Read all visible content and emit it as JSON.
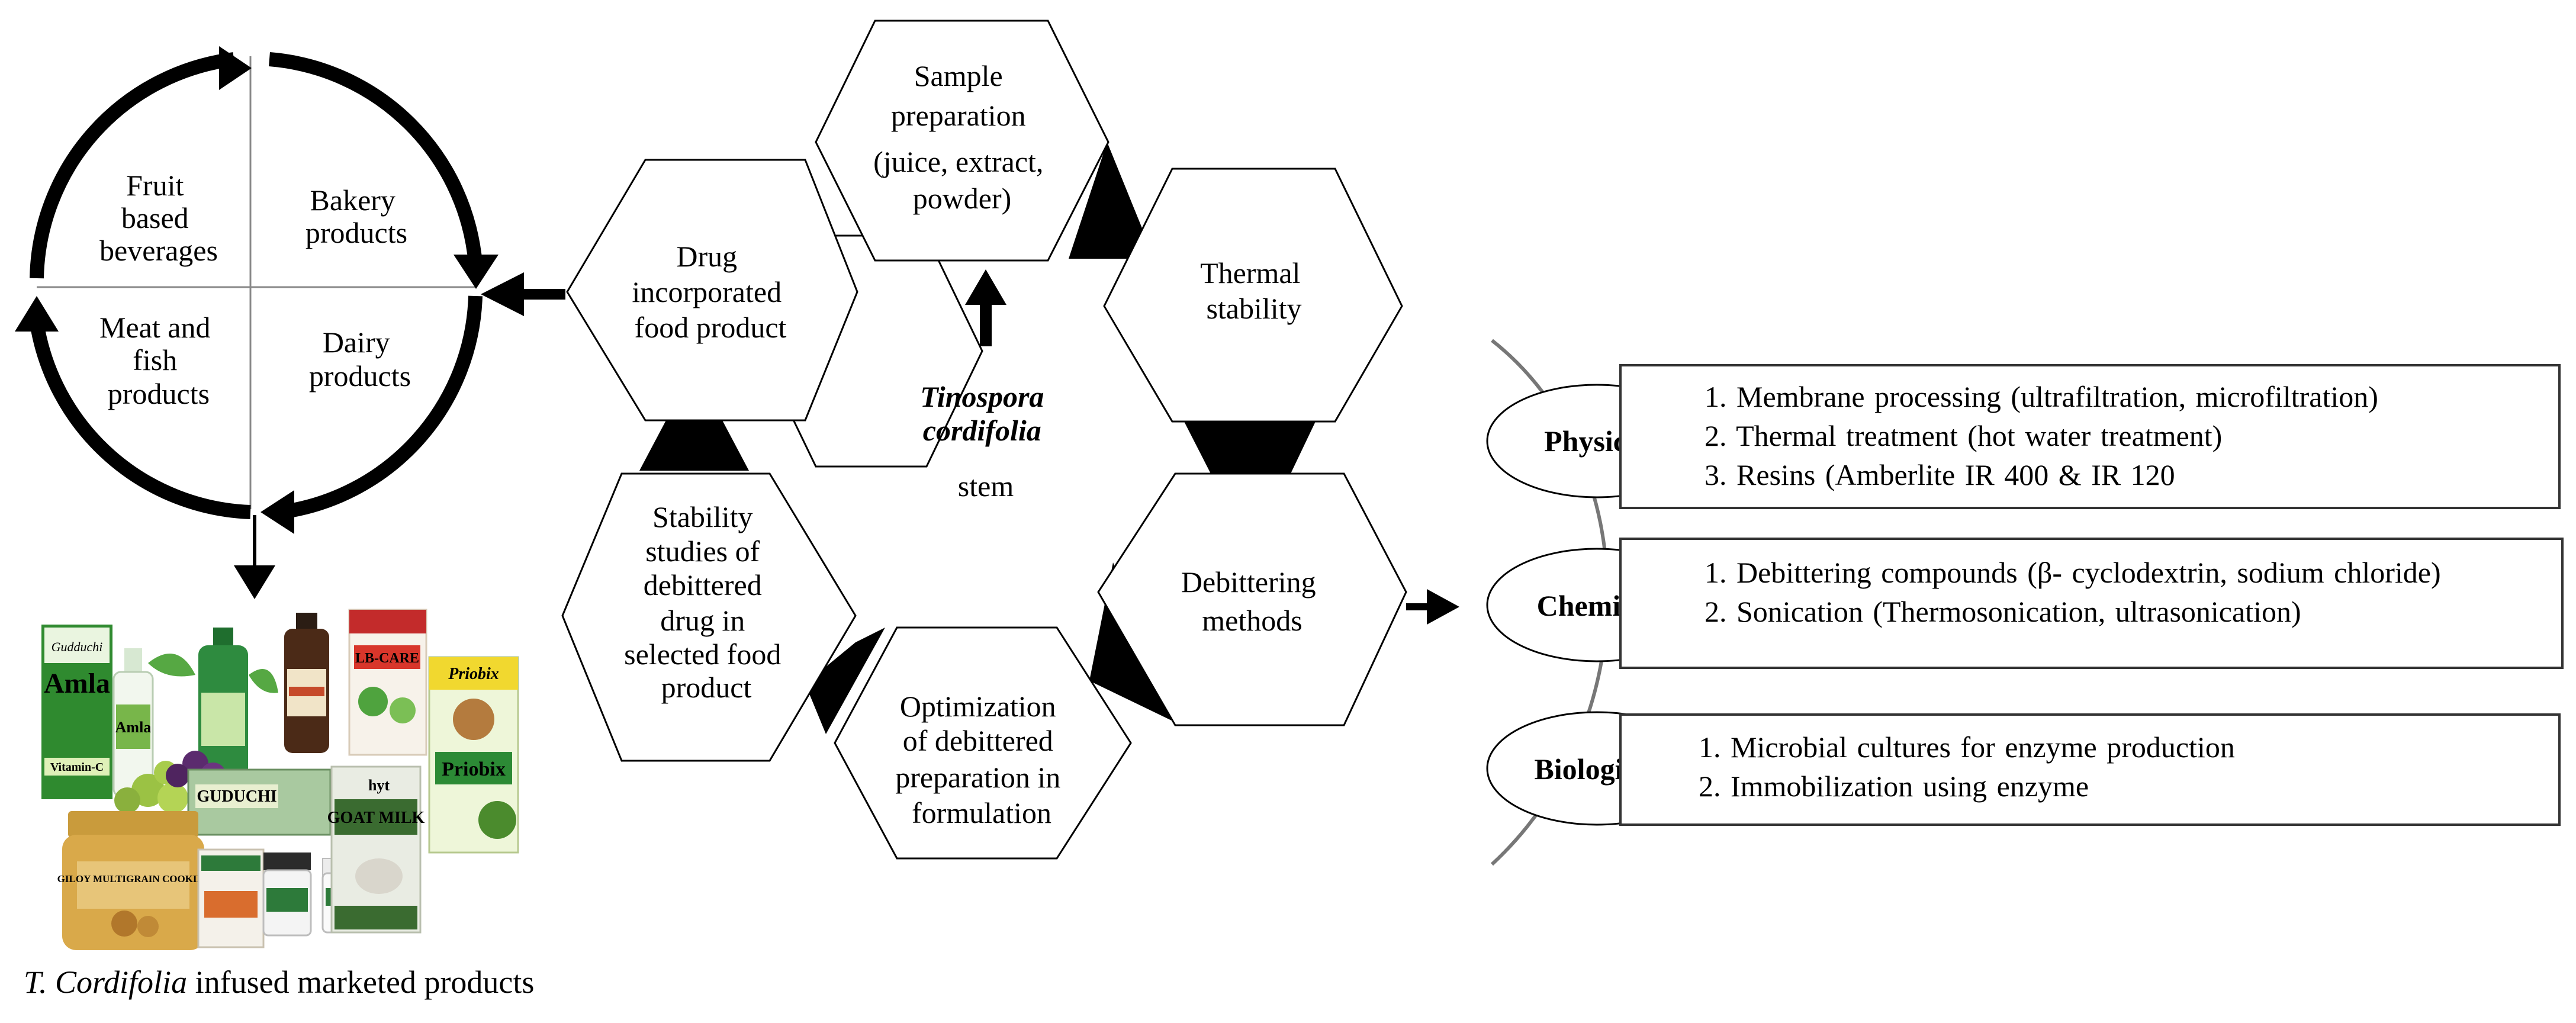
{
  "hexagons": {
    "center": {
      "line1": "Tinospora",
      "line2": "cordifolia",
      "line3": "stem"
    },
    "sample_prep": [
      "Sample",
      "preparation",
      "(juice, extract,",
      "powder)"
    ],
    "thermal": [
      "Thermal",
      "stability"
    ],
    "debittering": [
      "Debittering",
      "methods"
    ],
    "optimization": [
      "Optimization",
      "of debittered",
      "preparation in",
      "formulation"
    ],
    "stability": [
      "Stability",
      "studies of",
      "debittered",
      "drug in",
      "selected food",
      "product"
    ],
    "drug_food": [
      "Drug",
      "incorporated",
      "food product"
    ]
  },
  "cycle": {
    "quadrants": {
      "fruit": [
        "Fruit",
        "based",
        "beverages"
      ],
      "bakery": [
        "Bakery",
        "products"
      ],
      "meat": [
        "Meat and",
        "fish",
        "products"
      ],
      "dairy": [
        "Dairy",
        "products"
      ]
    }
  },
  "methods": {
    "physical": {
      "label": "Physical",
      "items": [
        "1. Membrane  processing  (ultrafiltration, microfiltration)",
        "2. Thermal treatment (hot water treatment)",
        "3. Resins (Amberlite IR 400 & IR 120"
      ]
    },
    "chemical": {
      "label": "Chemical",
      "items": [
        "1. Debittering  compounds  (β- cyclodextrin,  sodium chloride)",
        "2. Sonication  (Thermosonication,  ultrasonication)"
      ]
    },
    "biological": {
      "label": "Biological",
      "items": [
        "1. Microbial cultures for enzyme  production",
        "2. Immobilization  using enzyme"
      ]
    }
  },
  "products": {
    "labels": {
      "gudduchi": "Gudduchi",
      "amla": "Amla",
      "amla2": "Amla",
      "vitamin": "Vitamin-C",
      "lbcare": "LB-CARE",
      "priobix": "Priobix",
      "priobix_brand": "Priobix",
      "guduchi": "GUDUCHI",
      "hyt": "hyt",
      "goatmilk": "GOAT MILK",
      "giloy": "GILOY MULTIGRAIN COOKIES"
    },
    "caption_italic": "T. Cordifolia",
    "caption_rest": " infused marketed products"
  }
}
